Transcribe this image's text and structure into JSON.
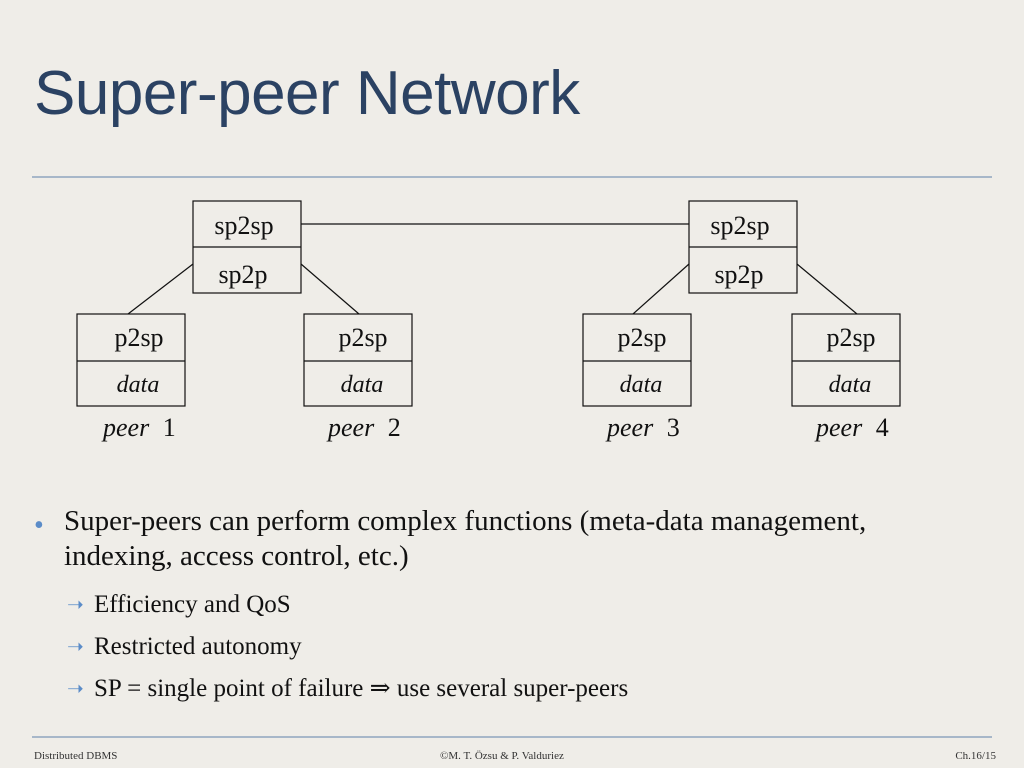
{
  "slide": {
    "title": "Super-peer Network"
  },
  "diagram": {
    "super_peers": [
      {
        "top": "sp2sp",
        "bottom": "sp2p"
      },
      {
        "top": "sp2sp",
        "bottom": "sp2p"
      }
    ],
    "peers": [
      {
        "top": "p2sp",
        "bottom": "data",
        "name": "peer",
        "num": "1"
      },
      {
        "top": "p2sp",
        "bottom": "data",
        "name": "peer",
        "num": "2"
      },
      {
        "top": "p2sp",
        "bottom": "data",
        "name": "peer",
        "num": "3"
      },
      {
        "top": "p2sp",
        "bottom": "data",
        "name": "peer",
        "num": "4"
      }
    ]
  },
  "bullets": {
    "main": "Super-peers can perform complex functions (meta-data management, indexing, access control, etc.)",
    "subs": [
      "Efficiency and QoS",
      "Restricted autonomy",
      "SP = single point of failure ⇒ use several super-peers"
    ]
  },
  "footer": {
    "left": "Distributed DBMS",
    "center": "©M. T. Özsu & P. Valduriez",
    "right": "Ch.16/15"
  },
  "colors": {
    "title": "#2b4263",
    "bullet": "#5b8cc8",
    "rule": "#a7b7c9",
    "background": "#efede8"
  },
  "icons": {
    "main_bullet": "bullet-dot-icon",
    "sub_bullet": "arrow-right-icon"
  }
}
